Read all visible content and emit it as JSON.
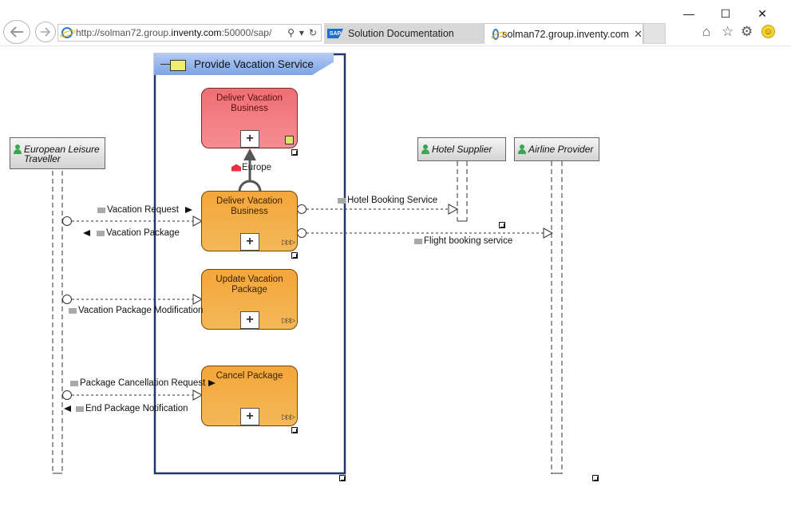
{
  "browser": {
    "address": {
      "prefix": "http://solman72.group.",
      "host": "inventy.com",
      "suffix": ":50000/sap/"
    },
    "tabs": [
      {
        "label": "Solution Documentation",
        "active": false
      },
      {
        "label": "solman72.group.inventy.com",
        "active": true
      }
    ],
    "icons": [
      "back-arrow-icon",
      "forward-arrow-icon",
      "search-icon",
      "refresh-icon",
      "home-icon",
      "favorites-star-icon",
      "settings-gear-icon",
      "smiley-feedback-icon"
    ]
  },
  "diagram": {
    "pool_title": "Provide Vacation Service",
    "lanes": [
      {
        "label": "European Leisure Traveller"
      },
      {
        "label": "Hotel Supplier"
      },
      {
        "label": "Airline Provider"
      }
    ],
    "processes": [
      {
        "label": "Deliver Vacation Business",
        "color": "#ef6f73"
      },
      {
        "label": "Deliver Vacation Business",
        "color": "#f4a63a"
      },
      {
        "label": "Update Vacation Package",
        "color": "#f4a63a"
      },
      {
        "label": "Cancel Package",
        "color": "#f4a63a"
      }
    ],
    "region_label": "Europe",
    "messages": [
      {
        "label": "Vacation Request"
      },
      {
        "label": "Vacation Package"
      },
      {
        "label": "Hotel Booking Service"
      },
      {
        "label": "Flight booking service"
      },
      {
        "label": "Vacation Package Modification"
      },
      {
        "label": "Package Cancellation Request"
      },
      {
        "label": "End Package Notification"
      }
    ],
    "colors": {
      "pool_border": "#1f3670",
      "pool_title": "#7da3e6",
      "process_orange": "#f4a63a",
      "process_red": "#ef6f73"
    }
  }
}
